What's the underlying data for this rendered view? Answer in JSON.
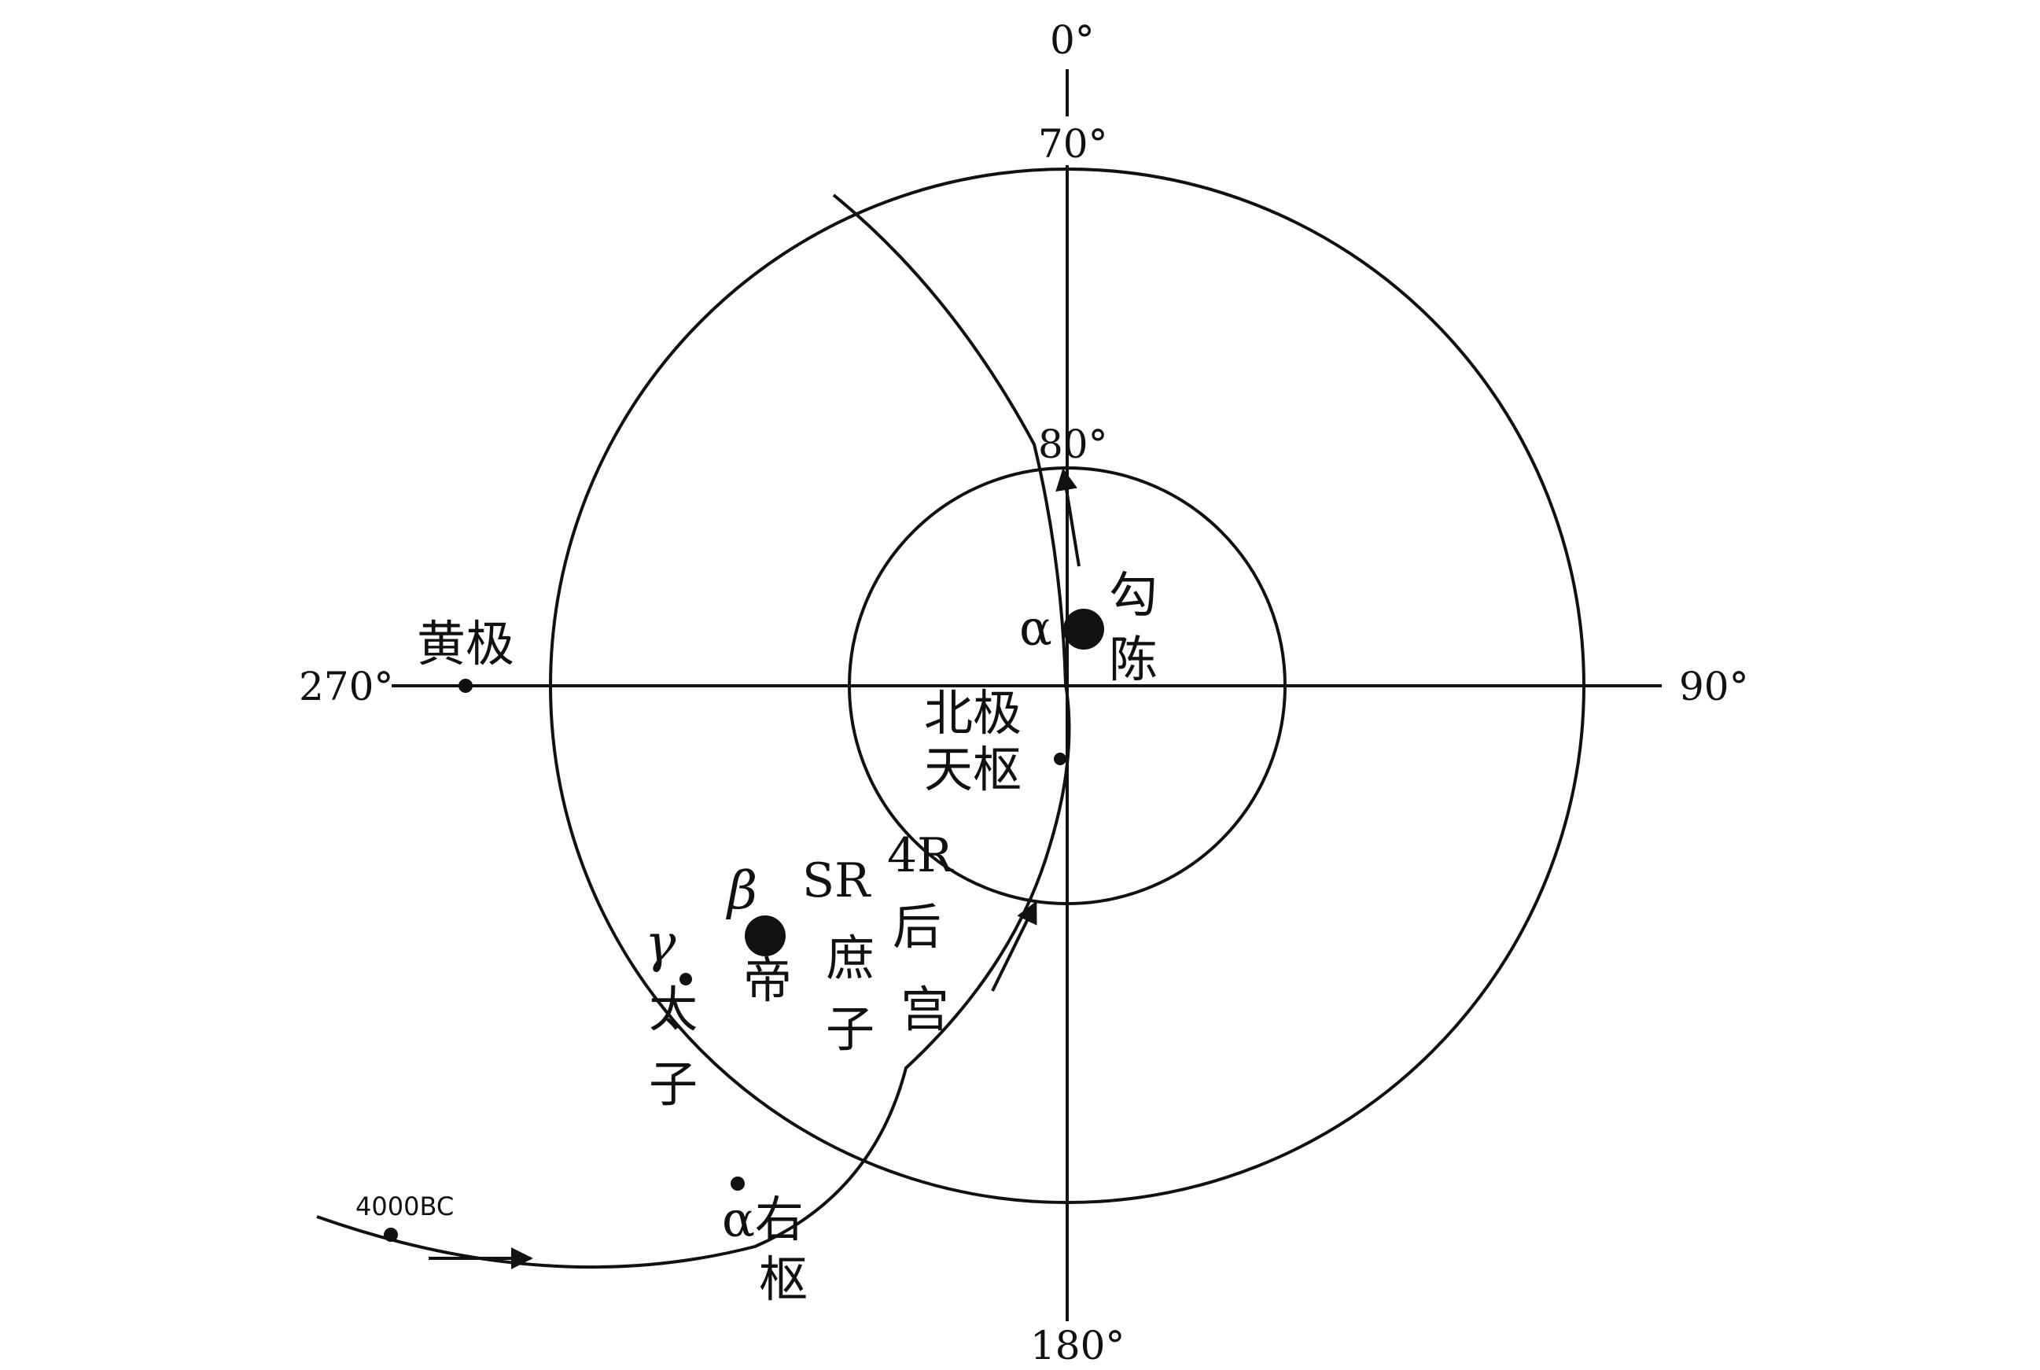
{
  "labels": {
    "deg_0": "0°",
    "deg_70": "70°",
    "deg_80": "80°",
    "deg_90": "90°",
    "deg_180": "180°",
    "deg_270": "270°",
    "ecliptic_pole": "黄极",
    "alpha_upper": "α",
    "gou": "勾",
    "chen": "陈",
    "beiji": "北极",
    "tianshu": "天枢",
    "beta": "β",
    "di": "帝",
    "gamma": "γ",
    "taizi_1": "太",
    "taizi_2": "子",
    "sr": "SR",
    "shuzi_1": "庶",
    "shuzi_2": "子",
    "r4": "4R",
    "hougong_1": "后",
    "hougong_2": "宫",
    "youshu_alpha": "α右",
    "youshu_2": "枢",
    "year_4000bc": "4000BC"
  },
  "colors": {
    "ink": "#111111",
    "background": "#ffffff"
  }
}
